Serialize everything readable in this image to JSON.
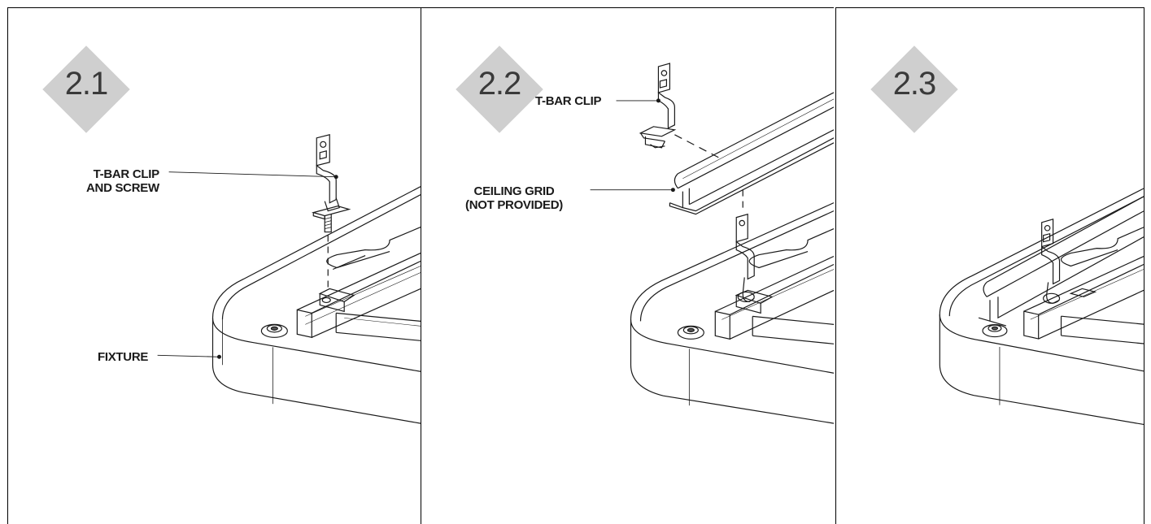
{
  "panels": [
    {
      "step": "2.1",
      "callouts": {
        "clip": [
          "T-BAR CLIP",
          "AND SCREW"
        ],
        "fixture": "FIXTURE"
      }
    },
    {
      "step": "2.2",
      "callouts": {
        "clip": "T-BAR CLIP",
        "grid": [
          "CEILING GRID",
          "(NOT PROVIDED)"
        ]
      }
    },
    {
      "step": "2.3"
    }
  ]
}
